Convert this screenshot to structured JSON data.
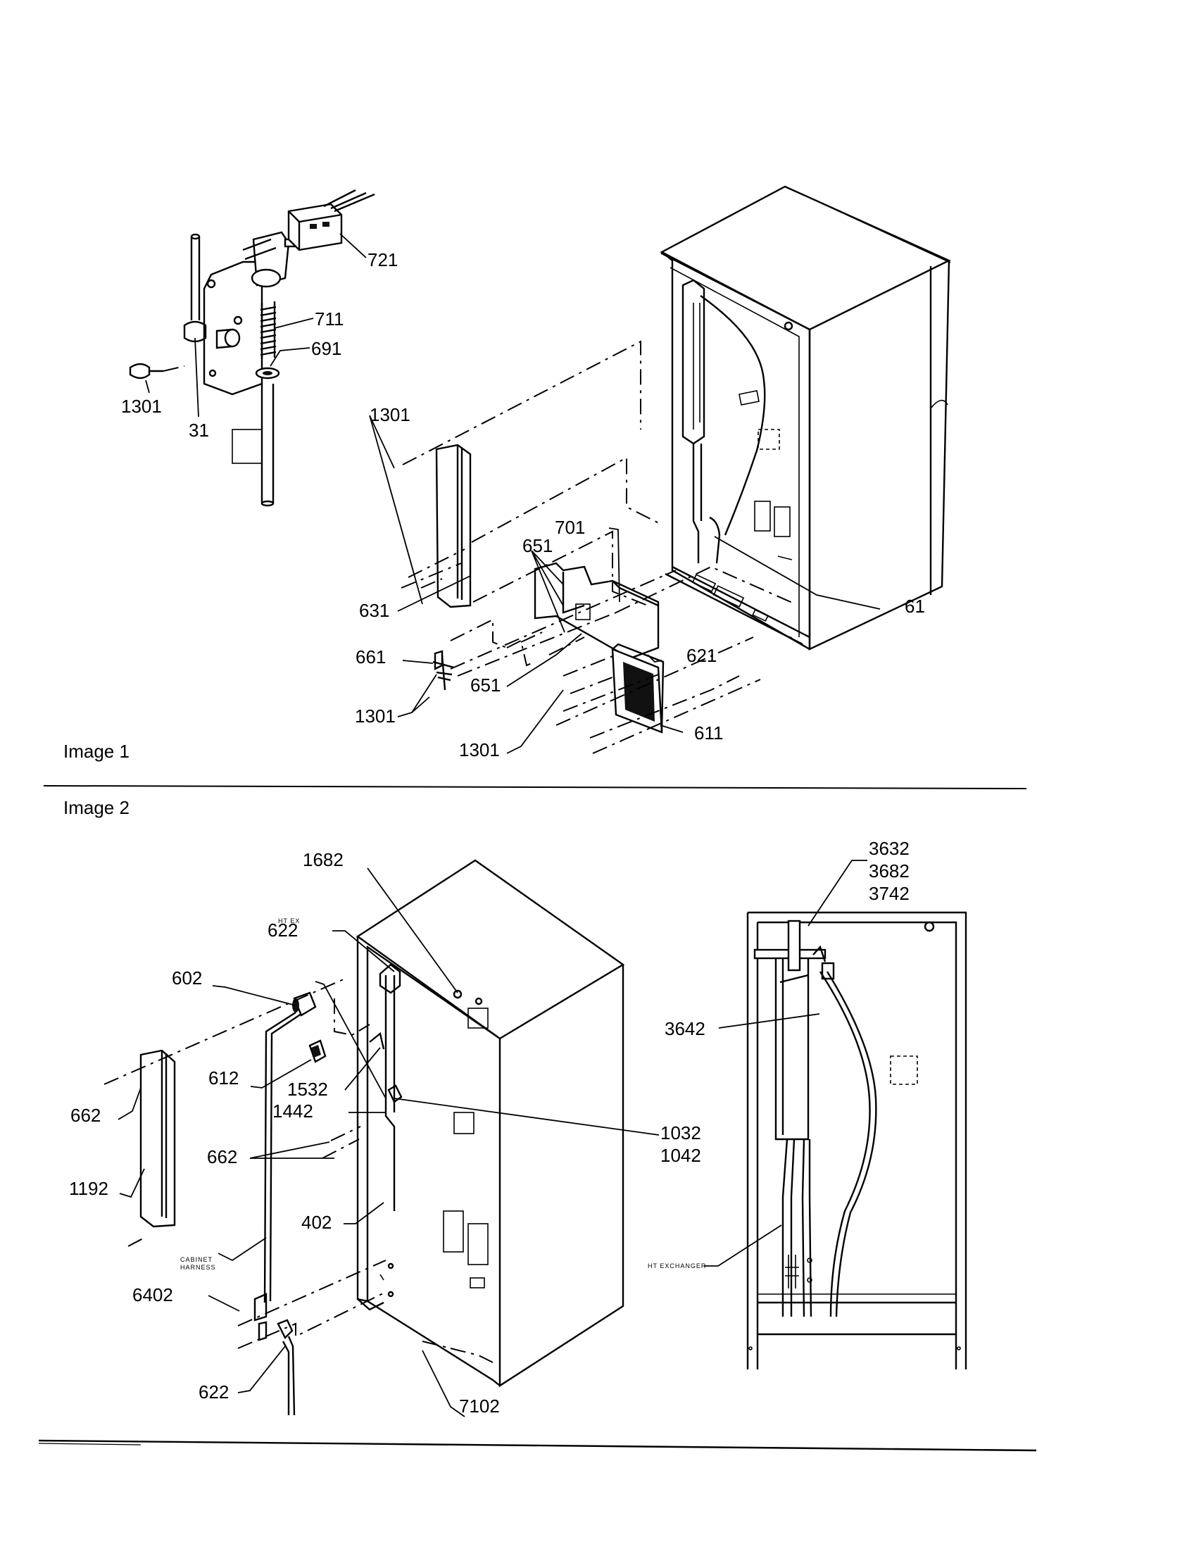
{
  "sections": [
    {
      "title": "Image 1"
    },
    {
      "title": "Image 2"
    }
  ],
  "image1_labels": {
    "l721": "721",
    "l711": "711",
    "l691": "691",
    "l1301a": "1301",
    "l31": "31",
    "l1301b": "1301",
    "l701": "701",
    "l651a": "651",
    "l61": "61",
    "l631": "631",
    "l621": "621",
    "l661": "661",
    "l651b": "651",
    "l1301c": "1301",
    "l1301d": "1301",
    "l611": "611"
  },
  "image2_labels": {
    "l1682": "1682",
    "l3632": "3632",
    "l3682": "3682",
    "l3742": "3742",
    "htex": "HT EX",
    "l622a": "622",
    "l602": "602",
    "l3642": "3642",
    "l612": "612",
    "l1532": "1532",
    "l1442": "1442",
    "l662a": "662",
    "l1032": "1032",
    "l1042": "1042",
    "l662b": "662",
    "l1192": "1192",
    "l402": "402",
    "cab1": "CABINET",
    "cab2": "HARNESS",
    "htexch": "HT EXCHANGER",
    "l6402": "6402",
    "l622b": "622",
    "l7102": "7102"
  }
}
